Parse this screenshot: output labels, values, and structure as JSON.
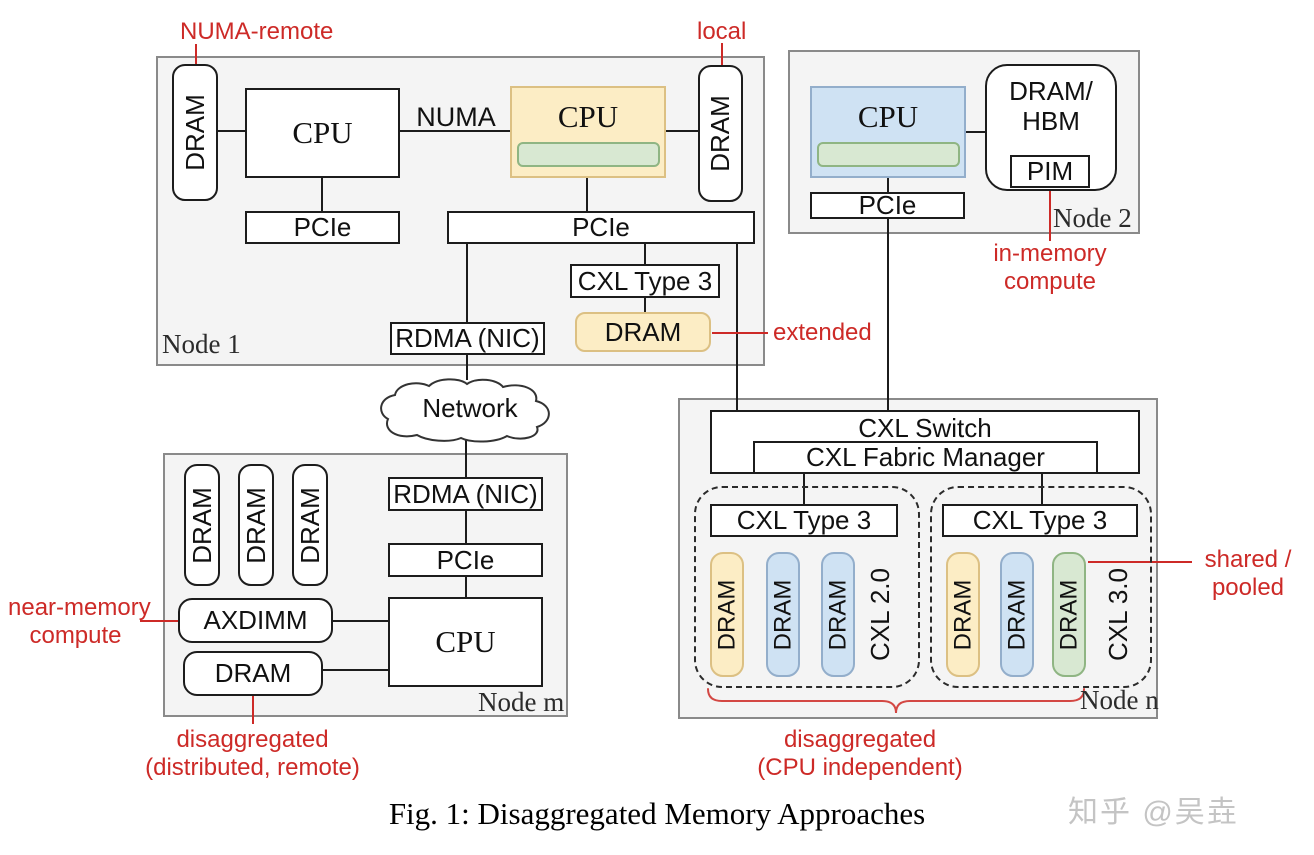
{
  "node1": {
    "label": "Node 1",
    "dram_left": "DRAM",
    "cpu_left": "CPU",
    "numa_link": "NUMA",
    "cpu_right": "CPU",
    "dram_right": "DRAM",
    "pcie_left": "PCIe",
    "pcie_main": "PCIe",
    "cxl_type3": "CXL Type 3",
    "dram_extended": "DRAM",
    "rdma": "RDMA (NIC)"
  },
  "node2": {
    "label": "Node 2",
    "cpu": "CPU",
    "dram_hbm": [
      "DRAM/",
      "HBM"
    ],
    "pim": "PIM",
    "pcie": "PCIe"
  },
  "network": {
    "label": "Network"
  },
  "node_m": {
    "label": "Node m",
    "drams": [
      "DRAM",
      "DRAM",
      "DRAM"
    ],
    "rdma": "RDMA (NIC)",
    "pcie": "PCIe",
    "cpu": "CPU",
    "axdimm": "AXDIMM",
    "dram": "DRAM"
  },
  "node_n": {
    "label": "Node n",
    "switch": "CXL Switch",
    "fabric_manager": "CXL Fabric Manager",
    "group1": {
      "cxl_type3": "CXL Type 3",
      "drams": [
        "DRAM",
        "DRAM",
        "DRAM"
      ],
      "dram_colors": [
        "yellow",
        "blue",
        "blue"
      ],
      "version": "CXL 2.0"
    },
    "group2": {
      "cxl_type3": "CXL Type 3",
      "drams": [
        "DRAM",
        "DRAM",
        "DRAM"
      ],
      "dram_colors": [
        "yellow",
        "blue",
        "green"
      ],
      "version": "CXL 3.0"
    }
  },
  "annotations": {
    "numa_remote": "NUMA-remote",
    "local": "local",
    "extended": "extended",
    "in_memory": [
      "in-memory",
      "compute"
    ],
    "near_memory": [
      "near-memory",
      "compute"
    ],
    "disagg_remote": [
      "disaggregated",
      "(distributed, remote)"
    ],
    "shared_pooled": [
      "shared /",
      "pooled"
    ],
    "disagg_cpu": [
      "disaggregated",
      "(CPU independent)"
    ]
  },
  "caption": "Fig. 1: Disaggregated Memory Approaches",
  "watermark": "知乎 @吴垚",
  "colors": {
    "annotation_red": "#cd2a27",
    "yellow_fill": "#fcedc5",
    "yellow_border": "#dcc083",
    "blue_fill": "#cfe2f3",
    "blue_border": "#93aecb",
    "green_fill": "#d8e8d2",
    "green_border": "#8fb583",
    "node_background": "#f4f4f4",
    "node_border": "#8a8a8a"
  }
}
